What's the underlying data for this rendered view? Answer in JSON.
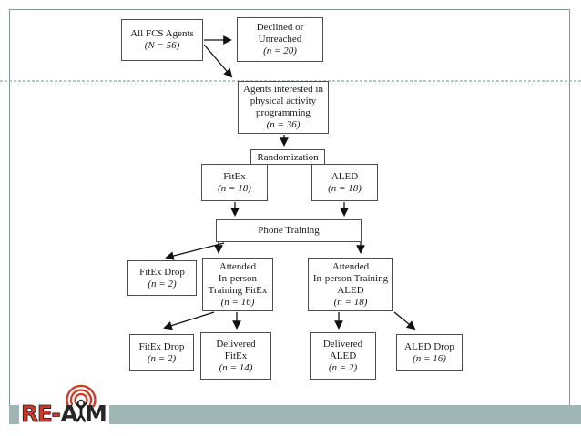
{
  "slide": {
    "background": "#ffffff",
    "accent_teal": "#a0b6b4",
    "frame_color": "#7e9693"
  },
  "flowchart": {
    "nodes": [
      {
        "id": "all-fcs-agents",
        "label": "All FCS Agents",
        "count": "(N = 56)"
      },
      {
        "id": "declined",
        "label": "Declined or\nUnreached",
        "count": "(n = 20)"
      },
      {
        "id": "interested",
        "label": "Agents interested in\nphysical activity\nprogramming",
        "count": "(n = 36)"
      },
      {
        "id": "randomization",
        "label": "Randomization",
        "count": ""
      },
      {
        "id": "fitex",
        "label": "FitEx",
        "count": "(n = 18)"
      },
      {
        "id": "aled",
        "label": "ALED",
        "count": "(n = 18)"
      },
      {
        "id": "phone-training",
        "label": "Phone Training",
        "count": ""
      },
      {
        "id": "fitex-drop-1",
        "label": "FitEx Drop",
        "count": "(n = 2)"
      },
      {
        "id": "attended-fitex",
        "label": "Attended\nIn-person\nTraining FitEx",
        "count": "(n = 16)"
      },
      {
        "id": "attended-aled",
        "label": "Attended\nIn-person Training\nALED",
        "count": "(n = 18)"
      },
      {
        "id": "fitex-drop-2",
        "label": "FitEx Drop",
        "count": "(n = 2)"
      },
      {
        "id": "delivered-fitex",
        "label": "Delivered\nFitEx",
        "count": "(n = 14)"
      },
      {
        "id": "delivered-aled",
        "label": "Delivered\nALED",
        "count": "(n = 2)"
      },
      {
        "id": "aled-drop",
        "label": "ALED Drop",
        "count": "(n = 16)"
      }
    ],
    "edges": [
      {
        "from": "all-fcs-agents",
        "to": "declined"
      },
      {
        "from": "all-fcs-agents",
        "to": "interested"
      },
      {
        "from": "interested",
        "to": "randomization"
      },
      {
        "from": "fitex",
        "to": "phone-training"
      },
      {
        "from": "aled",
        "to": "phone-training"
      },
      {
        "from": "phone-training",
        "to": "fitex-drop-1"
      },
      {
        "from": "phone-training",
        "to": "attended-fitex"
      },
      {
        "from": "phone-training",
        "to": "attended-aled"
      },
      {
        "from": "attended-fitex",
        "to": "fitex-drop-2"
      },
      {
        "from": "attended-fitex",
        "to": "delivered-fitex"
      },
      {
        "from": "attended-aled",
        "to": "delivered-aled"
      },
      {
        "from": "attended-aled",
        "to": "aled-drop"
      }
    ]
  },
  "logo": {
    "name": "RE-AIM",
    "part_re": "RE-",
    "part_a": "A",
    "part_m": "M",
    "red": "#cf3928",
    "dark": "#262626"
  }
}
